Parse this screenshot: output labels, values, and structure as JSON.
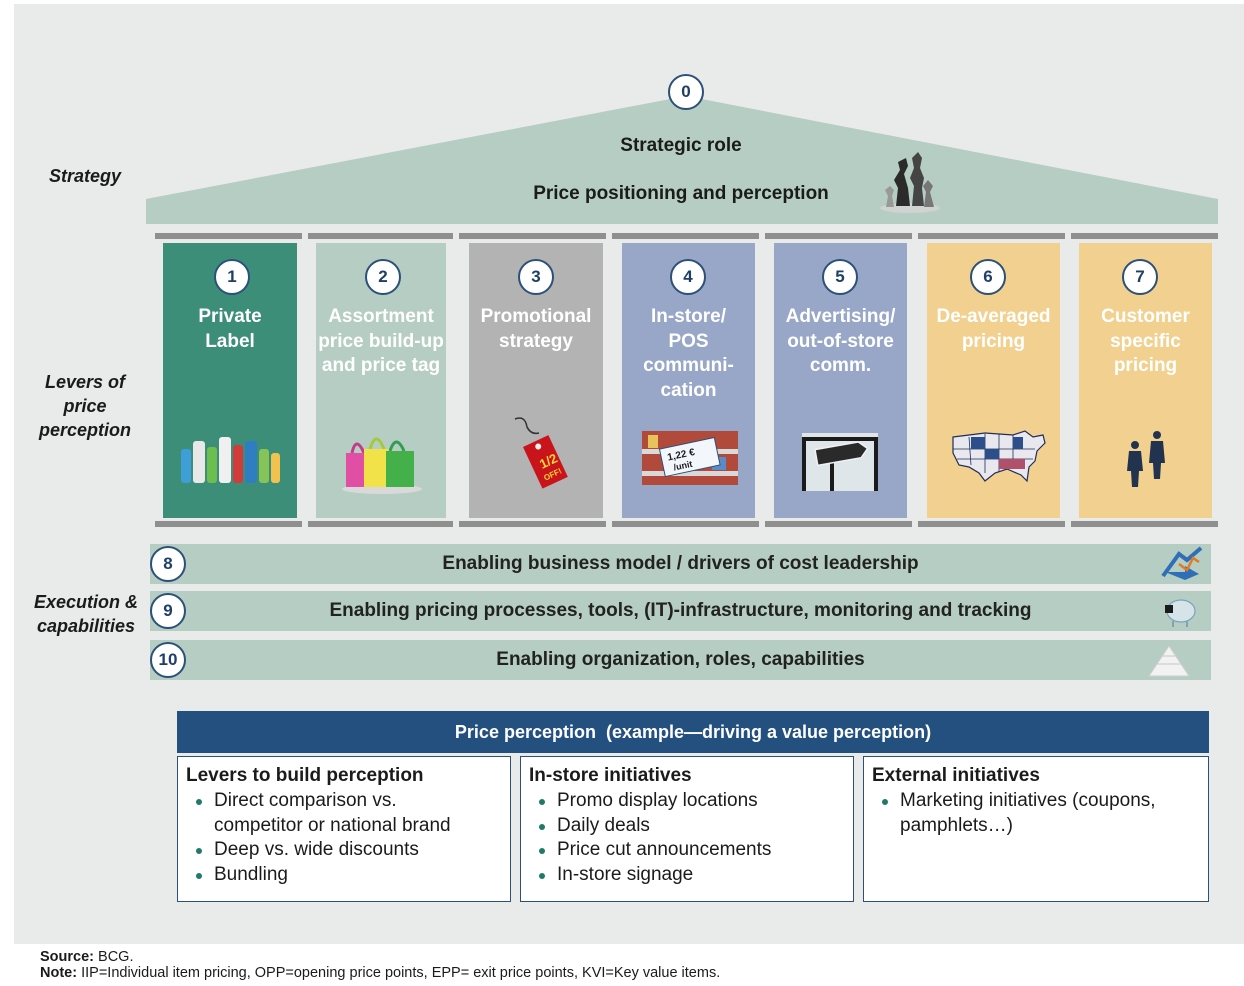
{
  "side_labels": {
    "strategy": "Strategy",
    "levers": "Levers of price perception",
    "execution": "Execution & capabilities"
  },
  "roof": {
    "number": "0",
    "title": "Strategic role",
    "subtitle": "Price positioning and perception",
    "icon": "chess-pieces-icon"
  },
  "pillars": [
    {
      "number": "1",
      "label": "Private Label",
      "color": "#3d8e79",
      "icon": "bottles-icon"
    },
    {
      "number": "2",
      "label": "Assortment price build-up and price tag",
      "color": "#b5cdc2",
      "icon": "shopping-bags-icon"
    },
    {
      "number": "3",
      "label": "Promotional strategy",
      "color": "#b3b3b3",
      "icon": "price-tag-icon",
      "tag_text": "1/2",
      "tag_sub": "OFF!"
    },
    {
      "number": "4",
      "label": "In-store/ POS communi-cation",
      "color": "#98a6c7",
      "icon": "shelf-price-label-icon",
      "tag_text": "1,22 €",
      "tag_sub": "/unit"
    },
    {
      "number": "5",
      "label": "Advertising/ out-of-store comm.",
      "color": "#98a6c7",
      "icon": "signpost-icon"
    },
    {
      "number": "6",
      "label": "De-averaged pricing",
      "color": "#f2d08f",
      "icon": "us-map-icon"
    },
    {
      "number": "7",
      "label": "Customer specific pricing",
      "color": "#f2d08f",
      "icon": "people-icon"
    }
  ],
  "bands": [
    {
      "number": "8",
      "text": "Enabling business model / drivers of cost leadership",
      "icon": "growth-arrow-icon"
    },
    {
      "number": "9",
      "text": "Enabling pricing processes, tools, (IT)-infrastructure, monitoring and tracking",
      "icon": "piggy-bank-icon"
    },
    {
      "number": "10",
      "text": "Enabling organization, roles, capabilities",
      "icon": "pyramid-icon"
    }
  ],
  "example": {
    "header": "Price perception  (example—driving a value perception)",
    "header_color": "#24507f",
    "boxes": [
      {
        "title": "Levers to build perception",
        "items": [
          "Direct comparison vs. competitor or national brand",
          "Deep vs. wide discounts",
          "Bundling"
        ]
      },
      {
        "title": "In-store initiatives",
        "items": [
          "Promo display locations",
          "Daily deals",
          "Price cut announcements",
          "In-store signage"
        ]
      },
      {
        "title": "External initiatives",
        "items": [
          "Marketing initiatives (coupons, pamphlets…)"
        ]
      }
    ]
  },
  "footer": {
    "source_label": "Source:",
    "source_text": "BCG.",
    "note_label": "Note:",
    "note_text": "IIP=Individual item pricing, OPP=opening price points, EPP= exit price points, KVI=Key value items."
  }
}
